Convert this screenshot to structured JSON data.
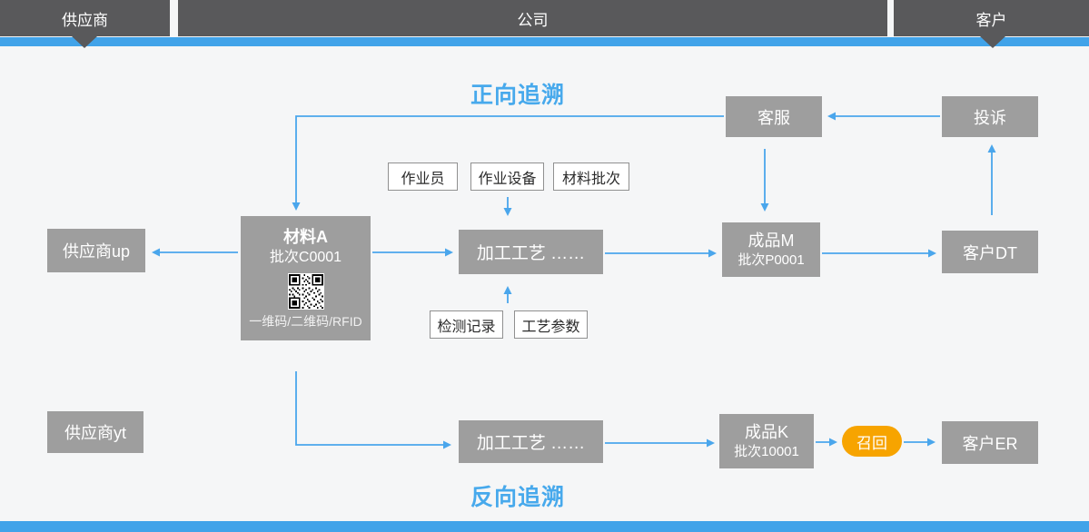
{
  "colors": {
    "header_bar": "#59595b",
    "accent_blue": "#41a3e9",
    "arrow_blue": "#4aa6ec",
    "title_blue": "#47a9ec",
    "node_gray": "#9e9e9e",
    "recall_orange": "#f7a400",
    "background": "#f5f6f7"
  },
  "header": {
    "lanes": [
      {
        "label": "供应商"
      },
      {
        "label": "公司"
      },
      {
        "label": "客户"
      }
    ]
  },
  "titles": {
    "forward": "正向追溯",
    "backward": "反向追溯"
  },
  "nodes": {
    "customer_service": "客服",
    "complaint": "投诉",
    "operator": "作业员",
    "equipment": "作业设备",
    "material_batch": "材料批次",
    "material_a": {
      "title": "材料A",
      "batch": "批次C0001",
      "codes": "一维码/二维码/RFID"
    },
    "supplier_up": "供应商up",
    "process_top": "加工工艺 ……",
    "product_m": {
      "title": "成品M",
      "batch": "批次P0001"
    },
    "customer_dt": "客户DT",
    "inspection_record": "检测记录",
    "process_params": "工艺参数",
    "supplier_yt": "供应商yt",
    "process_bottom": "加工工艺 ……",
    "product_k": {
      "title": "成品K",
      "batch": "批次10001"
    },
    "recall": "召回",
    "customer_er": "客户ER"
  }
}
